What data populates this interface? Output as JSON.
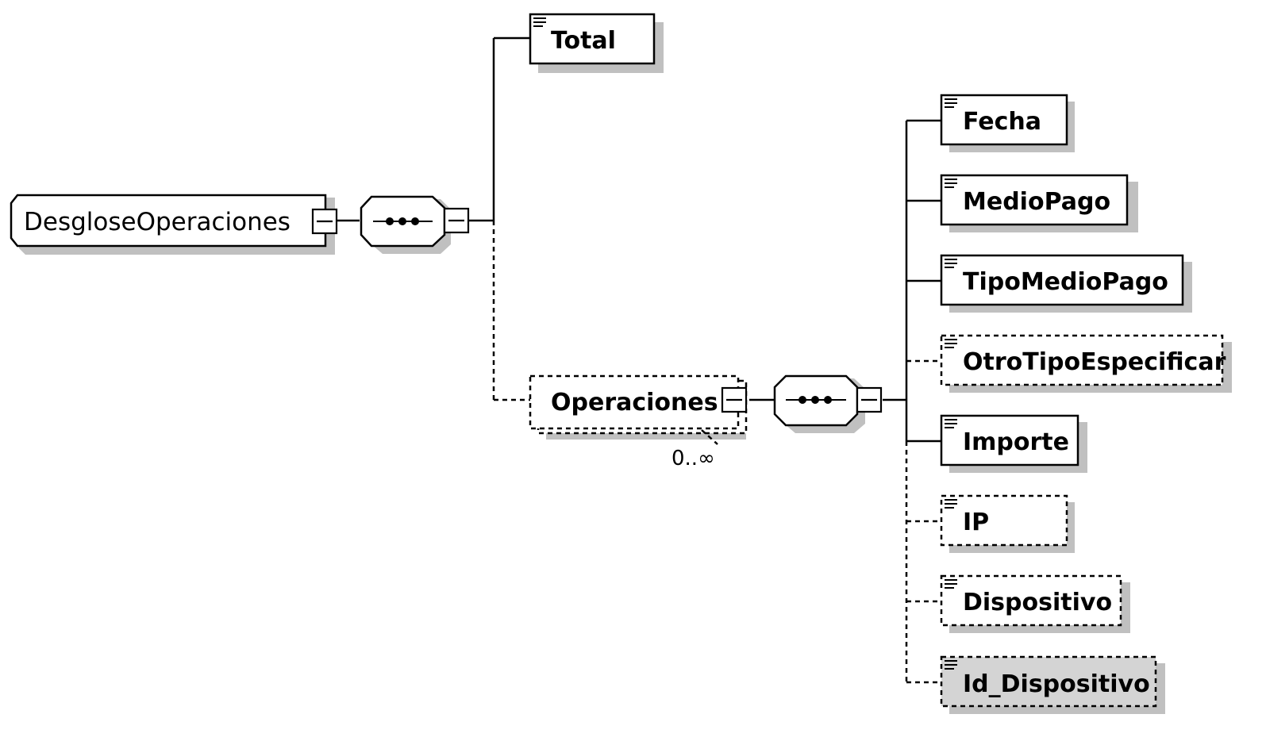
{
  "root": {
    "label": "DesgloseOperaciones"
  },
  "elements": {
    "total": {
      "label": "Total"
    },
    "operaciones": {
      "label": "Operaciones",
      "multiplicity": "0..∞"
    },
    "fecha": {
      "label": "Fecha"
    },
    "medio_pago": {
      "label": "MedioPago"
    },
    "tipo_medio_pago": {
      "label": "TipoMedioPago"
    },
    "otro_tipo_especificar": {
      "label": "OtroTipoEspecificar"
    },
    "importe": {
      "label": "Importe"
    },
    "ip": {
      "label": "IP"
    },
    "dispositivo": {
      "label": "Dispositivo"
    },
    "id_dispositivo": {
      "label": "Id_Dispositivo"
    }
  },
  "icons": {
    "element_icon": "element-lines-icon",
    "sequence_icon": "sequence-icon",
    "collapse_icon": "minus-box-icon"
  },
  "colors": {
    "stroke": "#000000",
    "background": "#ffffff",
    "shadow": "#c0c0c0",
    "highlighted_fill": "#d4d4d4"
  }
}
